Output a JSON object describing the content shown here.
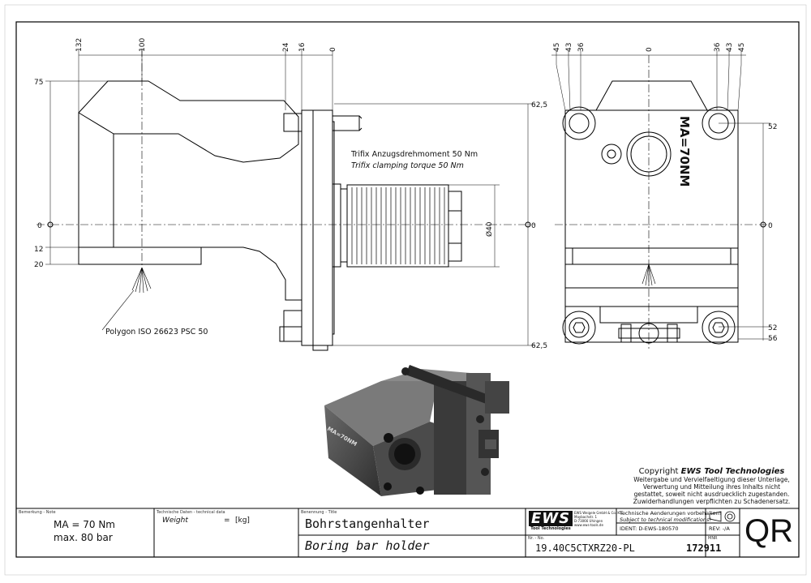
{
  "drawing": {
    "dims_top_left": [
      "132",
      "100",
      "24",
      "16",
      "0"
    ],
    "dims_top_right": [
      "45",
      "43",
      "36",
      "0",
      "36",
      "43",
      "45"
    ],
    "dims_left": [
      "75",
      "0",
      "12",
      "20"
    ],
    "dims_mid_right": [
      "62,5",
      "0",
      "62,5"
    ],
    "dims_far_right": [
      "52",
      "0",
      "52",
      "56"
    ],
    "diameter": "Ø40",
    "torque_de": "Trifix Anzugsdrehmoment  50 Nm",
    "torque_en": "Trifix clamping torque  50 Nm",
    "polygon_label": "Polygon ISO 26623 PSC 50",
    "body_engraving": "MA=70NM"
  },
  "copyright": {
    "title_prefix": "Copyright",
    "title_brand": "EWS Tool Technologies",
    "lines": [
      "Weitergabe und Vervielfaeltigung dieser Unterlage,",
      "Verwertung und Mitteilung ihres Inhalts nicht",
      "gestattet, soweit nicht ausdruecklich zugestanden.",
      "Zuwiderhandlungen verpflichten zu Schadenersatz."
    ]
  },
  "title_block": {
    "note_label": "Bemerkung - Note",
    "note_line1": "MA = 70 Nm",
    "note_line2": "max. 80 bar",
    "tech_label": "Technische Daten - technical data",
    "weight_label": "Weight",
    "weight_eq": "=",
    "weight_unit": "[kg]",
    "name_label": "Benennung - Title",
    "title_de": "Bohrstangenhalter",
    "title_en": "Boring bar holder",
    "logo": "EWS",
    "logo_sub": "Tool Technologies",
    "company_lines": [
      "EWS Weigele GmbH & Co. KG",
      "Maybachstr. 1",
      "D-73066 Uhingen",
      "www.ews-tools.de"
    ],
    "change_de": "Technische Aenderungen vorbehalten!",
    "change_en": "Subject to technical modifications!",
    "ident": "IDENT:  D-EWS-180570",
    "rev": "REV:  -/A",
    "nr_label": "Nr. - No.",
    "part_number": "19.40C5CTXRZ20-PL",
    "mnr_label": "MNR",
    "mnr": "172911",
    "qr": "QR"
  }
}
